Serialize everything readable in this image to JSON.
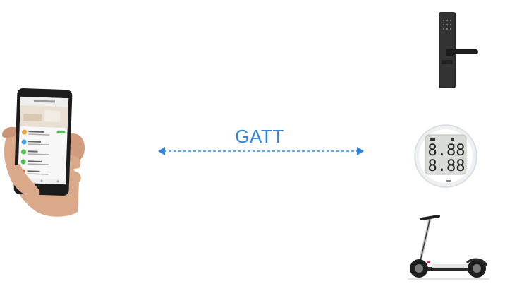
{
  "diagram": {
    "connection_label": "GATT",
    "arrow_style": "dashed-double-headed",
    "accent_color": "#2f86e0"
  },
  "phone": {
    "icon": "smartphone-in-hand-icon"
  },
  "devices": [
    {
      "icon": "smart-door-lock-icon"
    },
    {
      "icon": "digital-thermometer-hygrometer-icon"
    },
    {
      "icon": "electric-scooter-icon"
    }
  ],
  "lcd_readings": {
    "top": "8.88",
    "bottom": "8.88"
  }
}
